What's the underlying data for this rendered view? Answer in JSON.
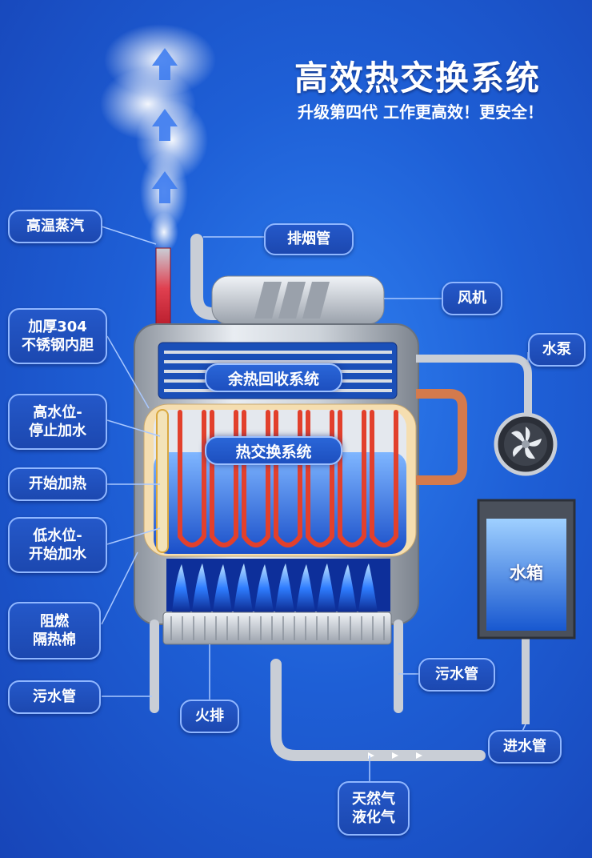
{
  "title": "高效热交换系统",
  "subtitle": "升级第四代 工作更高效！更安全！",
  "labels": {
    "steam": "高温蒸汽",
    "flue": "排烟管",
    "fan": "风机",
    "pump": "水泵",
    "liner_line1": "加厚304",
    "liner_line2": "不锈钢内胆",
    "high_water_line1": "高水位-",
    "high_water_line2": "停止加水",
    "start_heating": "开始加热",
    "low_water_line1": "低水位-",
    "low_water_line2": "开始加水",
    "insulation_line1": "阻燃",
    "insulation_line2": "隔热棉",
    "sewage_left": "污水管",
    "sewage_right": "污水管",
    "burner": "火排",
    "inlet": "进水管",
    "gas_line1": "天然气",
    "gas_line2": "液化气",
    "water_tank": "水箱"
  },
  "inner_labels": {
    "waste_heat": "余热回收系统",
    "heat_exchange": "热交换系统"
  },
  "colors": {
    "background": "#1e5fd6",
    "label_border": "#8fb6ff",
    "coil": "#e2402c",
    "flame": "#3aa0ff",
    "pipe": "#c9ced6"
  },
  "icons": [
    "arrow-up-icon",
    "fan-icon",
    "pump-icon",
    "flame-icon"
  ]
}
